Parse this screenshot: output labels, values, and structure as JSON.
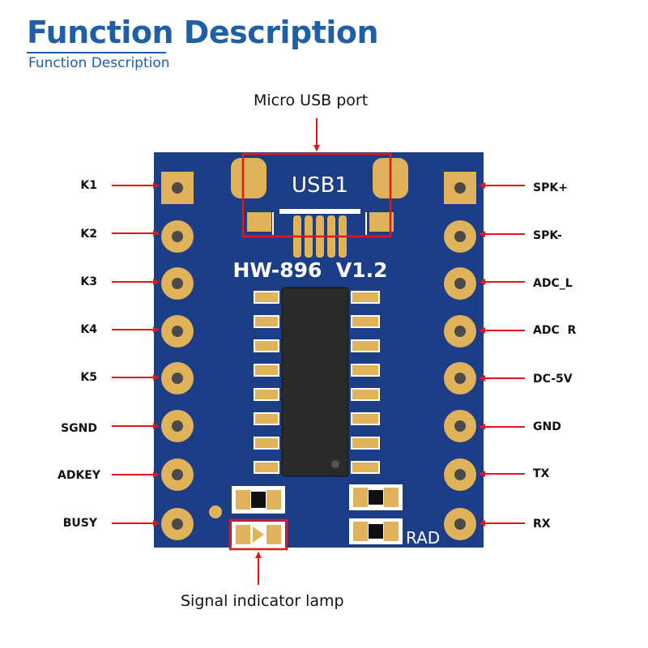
{
  "header": {
    "title": "Function Description",
    "subtitle": "Function Description"
  },
  "callouts": {
    "usb": "Micro USB port",
    "lamp": "Signal indicator lamp"
  },
  "board": {
    "silkscreen_usb": "USB1",
    "model": "HW-896  V1.2",
    "rad": "RAD",
    "pcb_color": "#1c3e86",
    "pad_color": "#e0b25a"
  },
  "pins_left": [
    "K1",
    "K2",
    "K3",
    "K4",
    "K5",
    "SGND",
    "ADKEY",
    "BUSY"
  ],
  "pins_right": [
    "SPK+",
    "SPK-",
    "ADC_L",
    "ADC  R",
    "DC-5V",
    "GND",
    "TX",
    "RX"
  ],
  "accent": "#e3161b"
}
